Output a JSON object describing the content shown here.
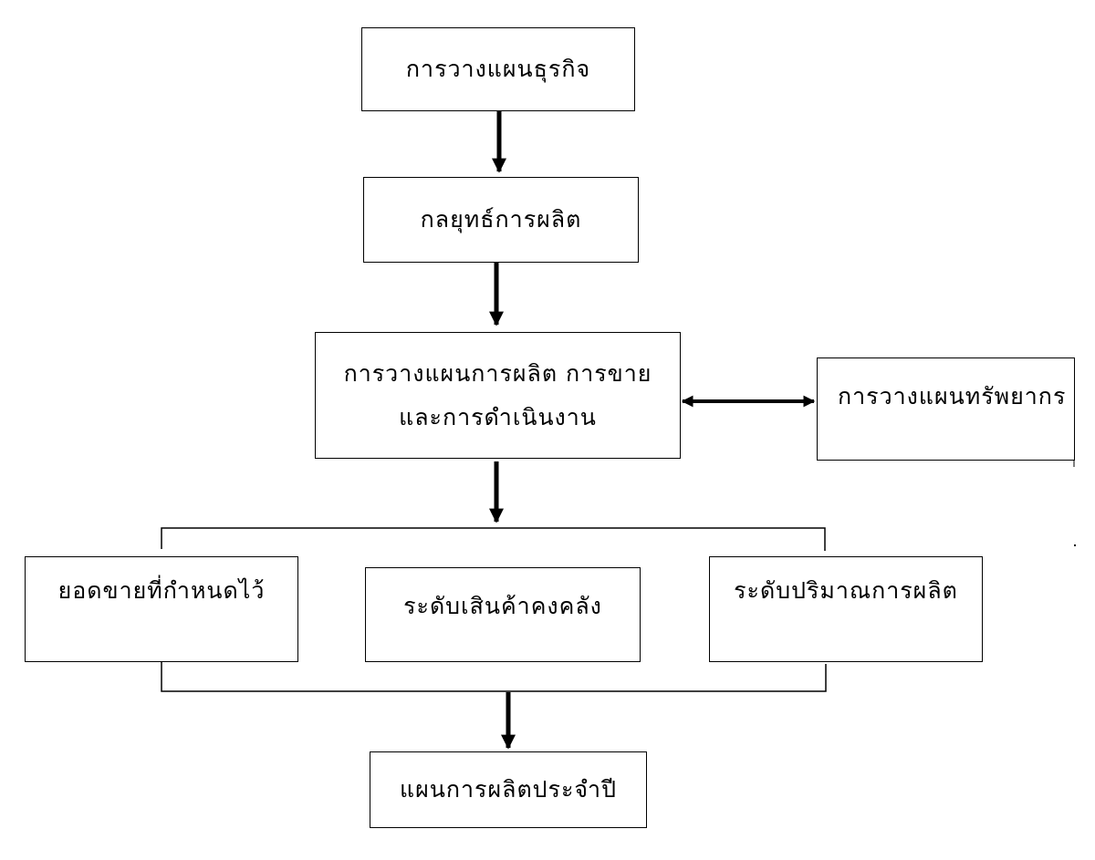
{
  "nodes": {
    "business_planning": "การวางแผนธุรกิจ",
    "production_strategy": "กลยุทธ์การผลิต",
    "sales_ops_planning": {
      "line1": "การวางแผนการผลิต การขาย",
      "line2": "และการดำเนินงาน"
    },
    "resource_planning": "การวางแผนทรัพยากร",
    "target_sales": "ยอดขายที่กำหนดไว้",
    "inventory_level": "ระดับเสินค้าคงคลัง",
    "production_level": "ระดับปริมาณการผลิต",
    "annual_production_plan": "แผนการผลิตประจำปี"
  },
  "edges": [
    {
      "from": "business_planning",
      "to": "production_strategy",
      "style": "arrow"
    },
    {
      "from": "production_strategy",
      "to": "sales_ops_planning",
      "style": "arrow"
    },
    {
      "from": "sales_ops_planning",
      "to": "resource_planning",
      "style": "double-arrow"
    },
    {
      "from": "sales_ops_planning",
      "to": [
        "target_sales",
        "inventory_level",
        "production_level"
      ],
      "style": "arrow-to-bracket"
    },
    {
      "from": [
        "target_sales",
        "inventory_level",
        "production_level"
      ],
      "to": "annual_production_plan",
      "style": "bracket-to-arrow"
    }
  ],
  "colors": {
    "line": "#000000",
    "box_border": "#000000",
    "background": "#ffffff"
  }
}
